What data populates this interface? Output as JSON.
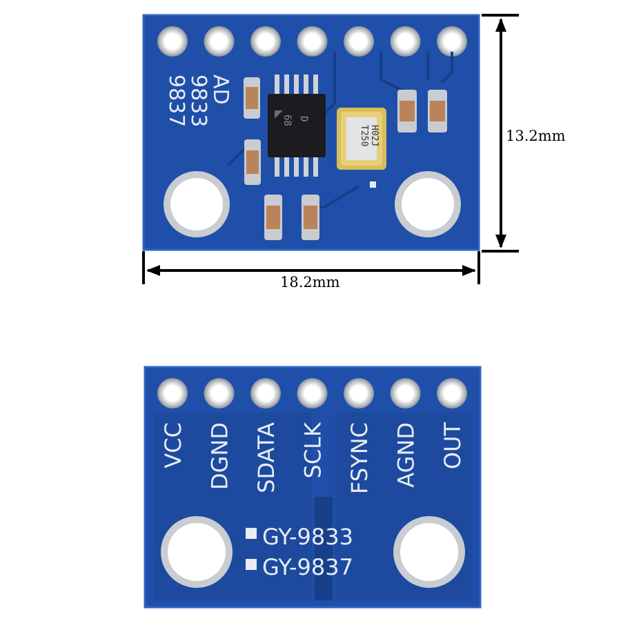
{
  "colors": {
    "pcb": "#1f4fa8",
    "pcb_dark": "#173f8a",
    "pcb_edge": "#2e63c4",
    "silk": "#e8ecf3",
    "pad": "#d8dbdf",
    "chip": "#1b1b20",
    "crystal": "#e7cf7a"
  },
  "top_board": {
    "silk_vertical": [
      "AD",
      "9833",
      "9837"
    ],
    "chip_marks": [
      "D",
      "68"
    ],
    "crystal_marks": [
      "T250",
      "H02J"
    ],
    "width_label": "18.2mm",
    "height_label": "13.2mm"
  },
  "bottom_board": {
    "pins": [
      "VCC",
      "DGND",
      "SDATA",
      "SCLK",
      "FSYNC",
      "AGND",
      "OUT"
    ],
    "model_lines": [
      "GY-9833",
      "GY-9837"
    ]
  }
}
